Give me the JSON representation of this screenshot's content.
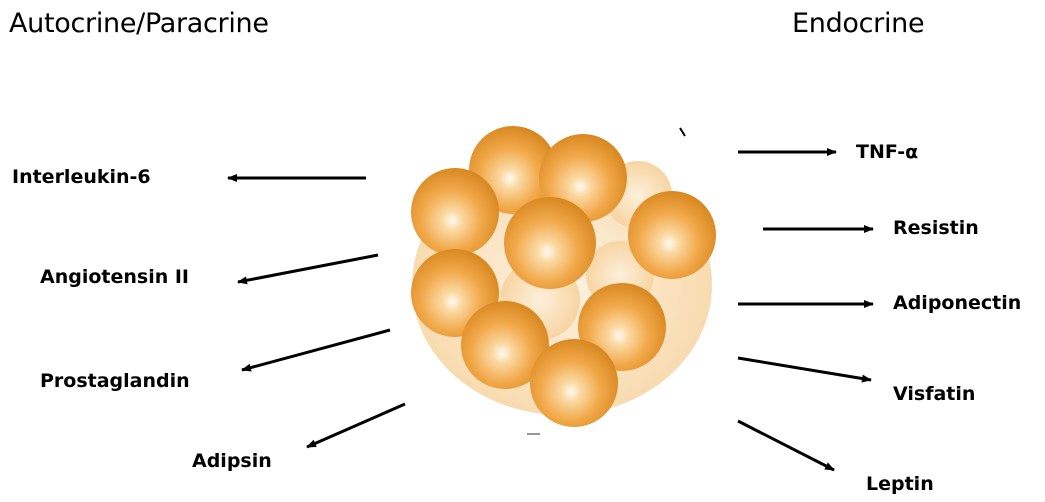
{
  "headings": {
    "left": "Autocrine/Paracrine",
    "right": "Endocrine"
  },
  "left_factors": {
    "interleukin": "Interleukin-6",
    "angiotensin": "Angiotensin II",
    "prostaglandin": "Prostaglandin",
    "adipsin": "Adipsin"
  },
  "right_factors": {
    "tnf": "TNF-α",
    "resistin": "Resistin",
    "adiponectin": "Adiponectin",
    "visfatin": "Visfatin",
    "leptin": "Leptin"
  },
  "colors": {
    "cell_base": "#f0a030",
    "cell_dark": "#c8780f",
    "cell_highlight": "#fff6ea",
    "cluster_shadow": "#fae6c8",
    "arrow": "#000000",
    "text": "#000000"
  }
}
